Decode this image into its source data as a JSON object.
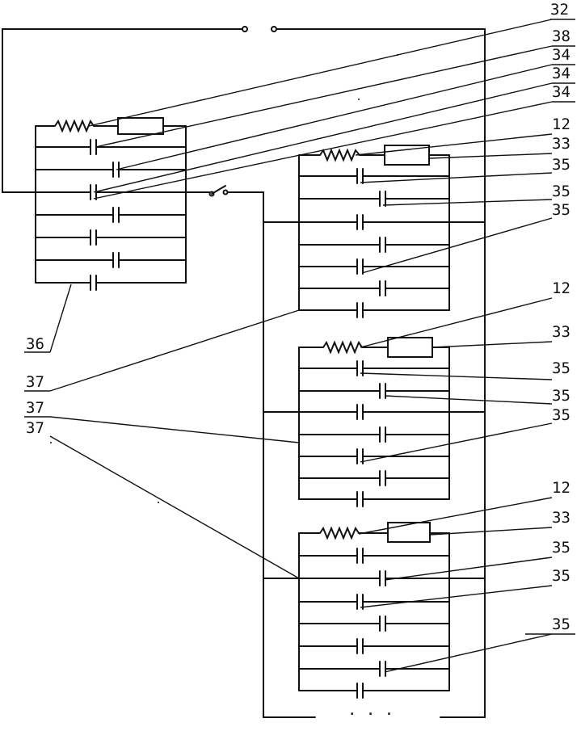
{
  "labels": {
    "l32": "32",
    "l38": "38",
    "l34a": "34",
    "l34b": "34",
    "l34c": "34",
    "l12a": "12",
    "l33a": "33",
    "l35a": "35",
    "l35b": "35",
    "l35c": "35",
    "l12b": "12",
    "l33b": "33",
    "l35d": "35",
    "l35e": "35",
    "l35f": "35",
    "l12c": "12",
    "l33c": "33",
    "l35g": "35",
    "l35h": "35",
    "l35i": "35",
    "l36": "36",
    "l37a": "37",
    "l37b": "37",
    "l37c": "37"
  },
  "bus_ellipsis": "· · ·"
}
